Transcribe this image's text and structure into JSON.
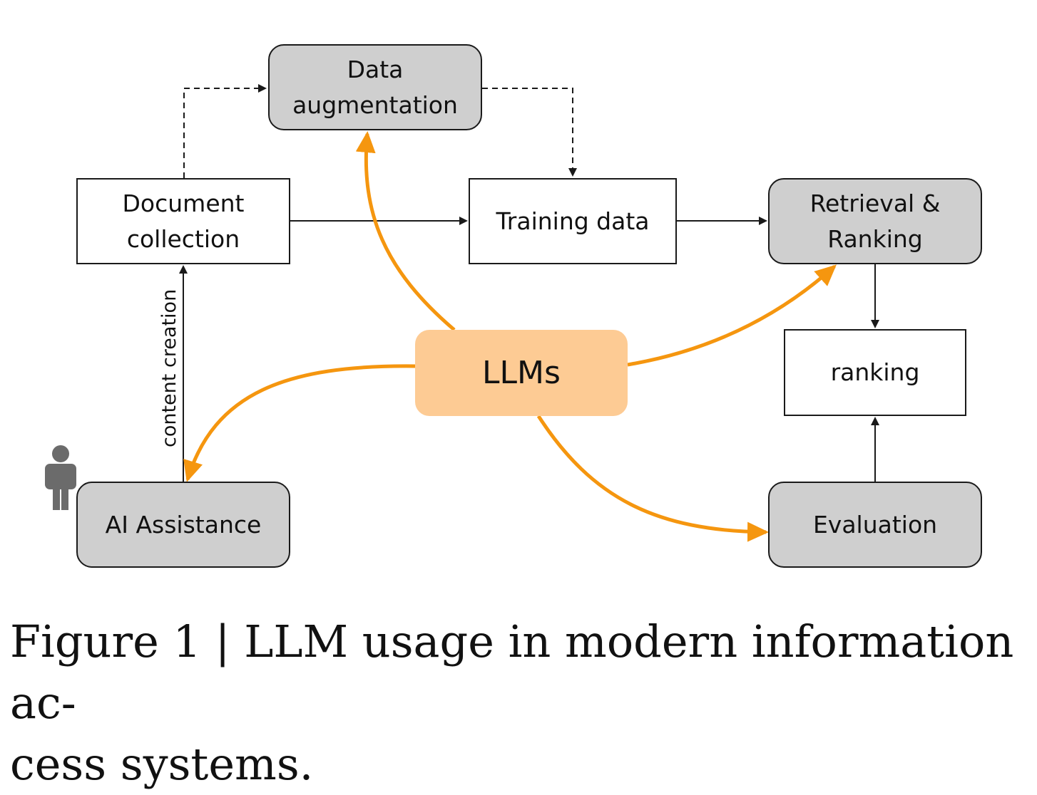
{
  "nodes": {
    "data_augmentation": "Data\naugmentation",
    "document_collection": "Document\ncollection",
    "training_data": "Training data",
    "retrieval_ranking": "Retrieval &\nRanking",
    "llms": "LLMs",
    "ranking": "ranking",
    "ai_assistance": "AI Assistance",
    "evaluation": "Evaluation"
  },
  "edge_labels": {
    "content_creation": "content creation"
  },
  "caption": "Figure 1 | LLM usage in modern information ac-\ncess systems.",
  "colors": {
    "gray_box": "#cfcfcf",
    "llm_box": "#fdcb94",
    "orange_arrow": "#f5960f",
    "black_arrow": "#1a1a1a"
  },
  "icons": [
    "person-icon"
  ]
}
